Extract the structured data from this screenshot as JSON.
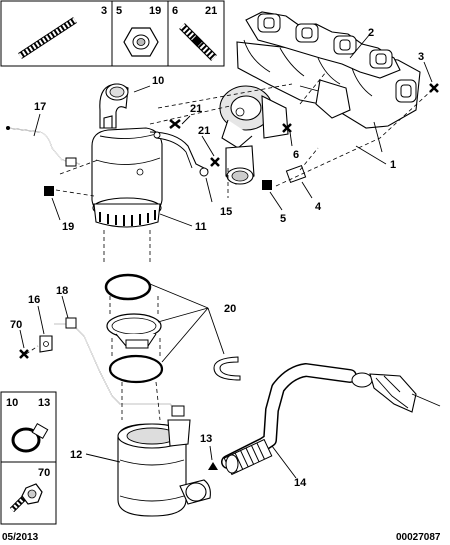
{
  "legend_boxes": [
    {
      "number": "3"
    },
    {
      "number": "5"
    },
    {
      "number": "19"
    },
    {
      "number": "6"
    },
    {
      "number": "21"
    },
    {
      "number": "10"
    },
    {
      "number": "13"
    },
    {
      "number": "70"
    }
  ],
  "callouts": {
    "c2": "2",
    "c3": "3",
    "c10": "10",
    "c17": "17",
    "c21a": "21",
    "c21b": "21",
    "c6": "6",
    "c1": "1",
    "c19": "19",
    "c15": "15",
    "c11": "11",
    "c5": "5",
    "c4": "4",
    "c16": "16",
    "c18": "18",
    "c20": "20",
    "c70": "70",
    "c12": "12",
    "c13": "13",
    "c14": "14"
  },
  "footer": {
    "date": "05/2013",
    "reference": "00027087"
  }
}
